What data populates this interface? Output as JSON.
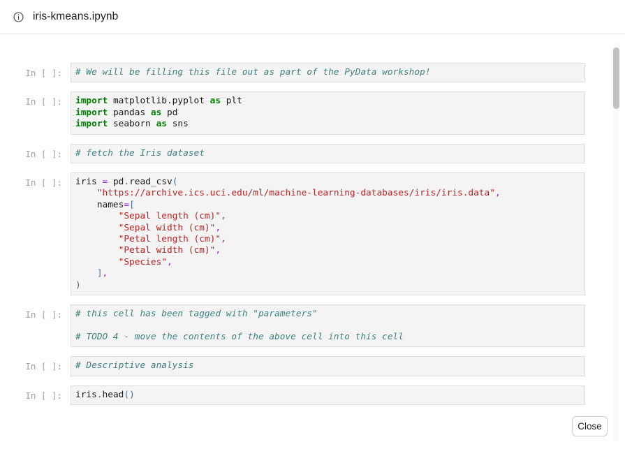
{
  "header": {
    "icon": "info-icon",
    "title": "iris-kmeans.ipynb"
  },
  "footer": {
    "close_label": "Close"
  },
  "notebook": {
    "prompt_label": "In [ ]:",
    "cells": [
      {
        "id": "cell-intro-comment",
        "prompt": "In [ ]:",
        "lines": [
          [
            {
              "t": "# We will be filling this file out as part of the PyData workshop!",
              "c": "c"
            }
          ]
        ]
      },
      {
        "id": "cell-imports",
        "prompt": "In [ ]:",
        "lines": [
          [
            {
              "t": "import",
              "c": "k"
            },
            {
              "t": " matplotlib.pyplot ",
              "c": "n"
            },
            {
              "t": "as",
              "c": "k"
            },
            {
              "t": " plt",
              "c": "n"
            }
          ],
          [
            {
              "t": "import",
              "c": "k"
            },
            {
              "t": " pandas ",
              "c": "n"
            },
            {
              "t": "as",
              "c": "k"
            },
            {
              "t": " pd",
              "c": "n"
            }
          ],
          [
            {
              "t": "import",
              "c": "k"
            },
            {
              "t": " seaborn ",
              "c": "n"
            },
            {
              "t": "as",
              "c": "k"
            },
            {
              "t": " sns",
              "c": "n"
            }
          ]
        ]
      },
      {
        "id": "cell-fetch-comment",
        "prompt": "In [ ]:",
        "lines": [
          [
            {
              "t": "# fetch the Iris dataset",
              "c": "c"
            }
          ]
        ]
      },
      {
        "id": "cell-read-csv",
        "prompt": "In [ ]:",
        "lines": [
          [
            {
              "t": "iris ",
              "c": "n"
            },
            {
              "t": "=",
              "c": "o"
            },
            {
              "t": " pd",
              "c": "n"
            },
            {
              "t": ".",
              "c": "o"
            },
            {
              "t": "read_csv",
              "c": "n"
            },
            {
              "t": "(",
              "c": "p"
            }
          ],
          [
            {
              "t": "    ",
              "c": "n"
            },
            {
              "t": "\"https://archive.ics.uci.edu/ml/machine-learning-databases/iris/iris.data\"",
              "c": "s"
            },
            {
              "t": ",",
              "c": "o"
            }
          ],
          [
            {
              "t": "    names",
              "c": "n"
            },
            {
              "t": "=",
              "c": "o"
            },
            {
              "t": "[",
              "c": "p"
            }
          ],
          [
            {
              "t": "        ",
              "c": "n"
            },
            {
              "t": "\"Sepal length (cm)\"",
              "c": "s"
            },
            {
              "t": ",",
              "c": "o"
            }
          ],
          [
            {
              "t": "        ",
              "c": "n"
            },
            {
              "t": "\"Sepal width (cm)\"",
              "c": "s"
            },
            {
              "t": ",",
              "c": "o"
            }
          ],
          [
            {
              "t": "        ",
              "c": "n"
            },
            {
              "t": "\"Petal length (cm)\"",
              "c": "s"
            },
            {
              "t": ",",
              "c": "o"
            }
          ],
          [
            {
              "t": "        ",
              "c": "n"
            },
            {
              "t": "\"Petal width (cm)\"",
              "c": "s"
            },
            {
              "t": ",",
              "c": "o"
            }
          ],
          [
            {
              "t": "        ",
              "c": "n"
            },
            {
              "t": "\"Species\"",
              "c": "s"
            },
            {
              "t": ",",
              "c": "o"
            }
          ],
          [
            {
              "t": "    ",
              "c": "n"
            },
            {
              "t": "]",
              "c": "p"
            },
            {
              "t": ",",
              "c": "o"
            }
          ],
          [
            {
              "t": ")",
              "c": "p"
            }
          ]
        ]
      },
      {
        "id": "cell-parameters",
        "prompt": "In [ ]:",
        "lines": [
          [
            {
              "t": "# this cell has been tagged with \"parameters\"",
              "c": "c"
            }
          ],
          [
            {
              "t": " ",
              "c": "n"
            }
          ],
          [
            {
              "t": "# TODO 4 - move the contents of the above cell into this cell",
              "c": "c"
            }
          ]
        ]
      },
      {
        "id": "cell-descriptive-comment",
        "prompt": "In [ ]:",
        "lines": [
          [
            {
              "t": "# Descriptive analysis",
              "c": "c"
            }
          ]
        ]
      },
      {
        "id": "cell-iris-head",
        "prompt": "In [ ]:",
        "lines": [
          [
            {
              "t": "iris",
              "c": "n"
            },
            {
              "t": ".",
              "c": "o"
            },
            {
              "t": "head",
              "c": "n"
            },
            {
              "t": "()",
              "c": "p"
            }
          ]
        ]
      }
    ]
  }
}
